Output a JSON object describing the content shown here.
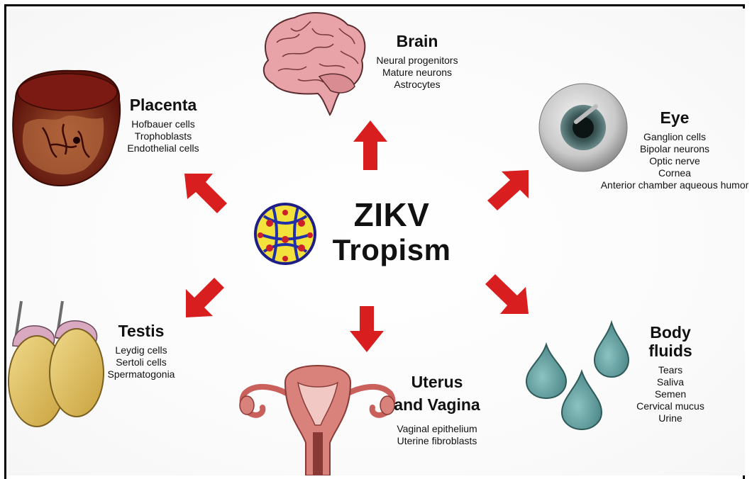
{
  "title": {
    "line1": "ZIKV",
    "line2": "Tropism"
  },
  "organs": {
    "brain": {
      "name": "Brain",
      "cells": [
        "Neural progenitors",
        "Mature neurons",
        "Astrocytes"
      ]
    },
    "placenta": {
      "name": "Placenta",
      "cells": [
        "Hofbauer cells",
        "Trophoblasts",
        "Endothelial cells"
      ]
    },
    "eye": {
      "name": "Eye",
      "cells": [
        "Ganglion cells",
        "Bipolar neurons",
        "Optic nerve",
        "Cornea",
        "Anterior chamber aqueous humor"
      ]
    },
    "testis": {
      "name": "Testis",
      "cells": [
        "Leydig cells",
        "Sertoli cells",
        "Spermatogonia"
      ]
    },
    "uterus": {
      "name_line1": "Uterus",
      "name_line2": "and Vagina",
      "cells": [
        "Vaginal epithelium",
        "Uterine fibroblasts"
      ]
    },
    "fluids": {
      "name_line1": "Body",
      "name_line2": "fluids",
      "cells": [
        "Tears",
        "Saliva",
        "Semen",
        "Cervical mucus",
        "Urine"
      ]
    }
  },
  "colors": {
    "arrow": "#d81e1e",
    "brain": "#e8a3a8",
    "placenta": "#7a1a12",
    "testis": "#e2c267",
    "uterus": "#c9605c",
    "fluid": "#5e9a9a",
    "eye_iris": "#334a4a"
  }
}
